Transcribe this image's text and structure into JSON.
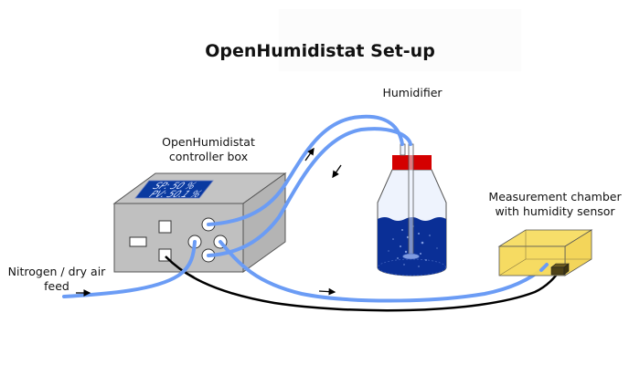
{
  "title": "OpenHumidistat Set-up",
  "labels": {
    "controller_line1": "OpenHumidistat",
    "controller_line2": "controller box",
    "humidifier": "Humidifier",
    "chamber_line1": "Measurement chamber",
    "chamber_line2": "with humidity sensor",
    "feed_line1": "Nitrogen / dry air",
    "feed_line2": "feed"
  },
  "display": {
    "setpoint": "SP: 50 %",
    "process_value": "PV: 50.1 %"
  },
  "colors": {
    "tube": "#6b9cf5",
    "box": "#c0c0c0",
    "display": "#0a3aa0",
    "cap": "#d40000",
    "water": "#0a2f96",
    "chamber": "#f6d95a",
    "cable": "#000000"
  },
  "icons": {
    "flow_arrow": "arrow-icon"
  }
}
